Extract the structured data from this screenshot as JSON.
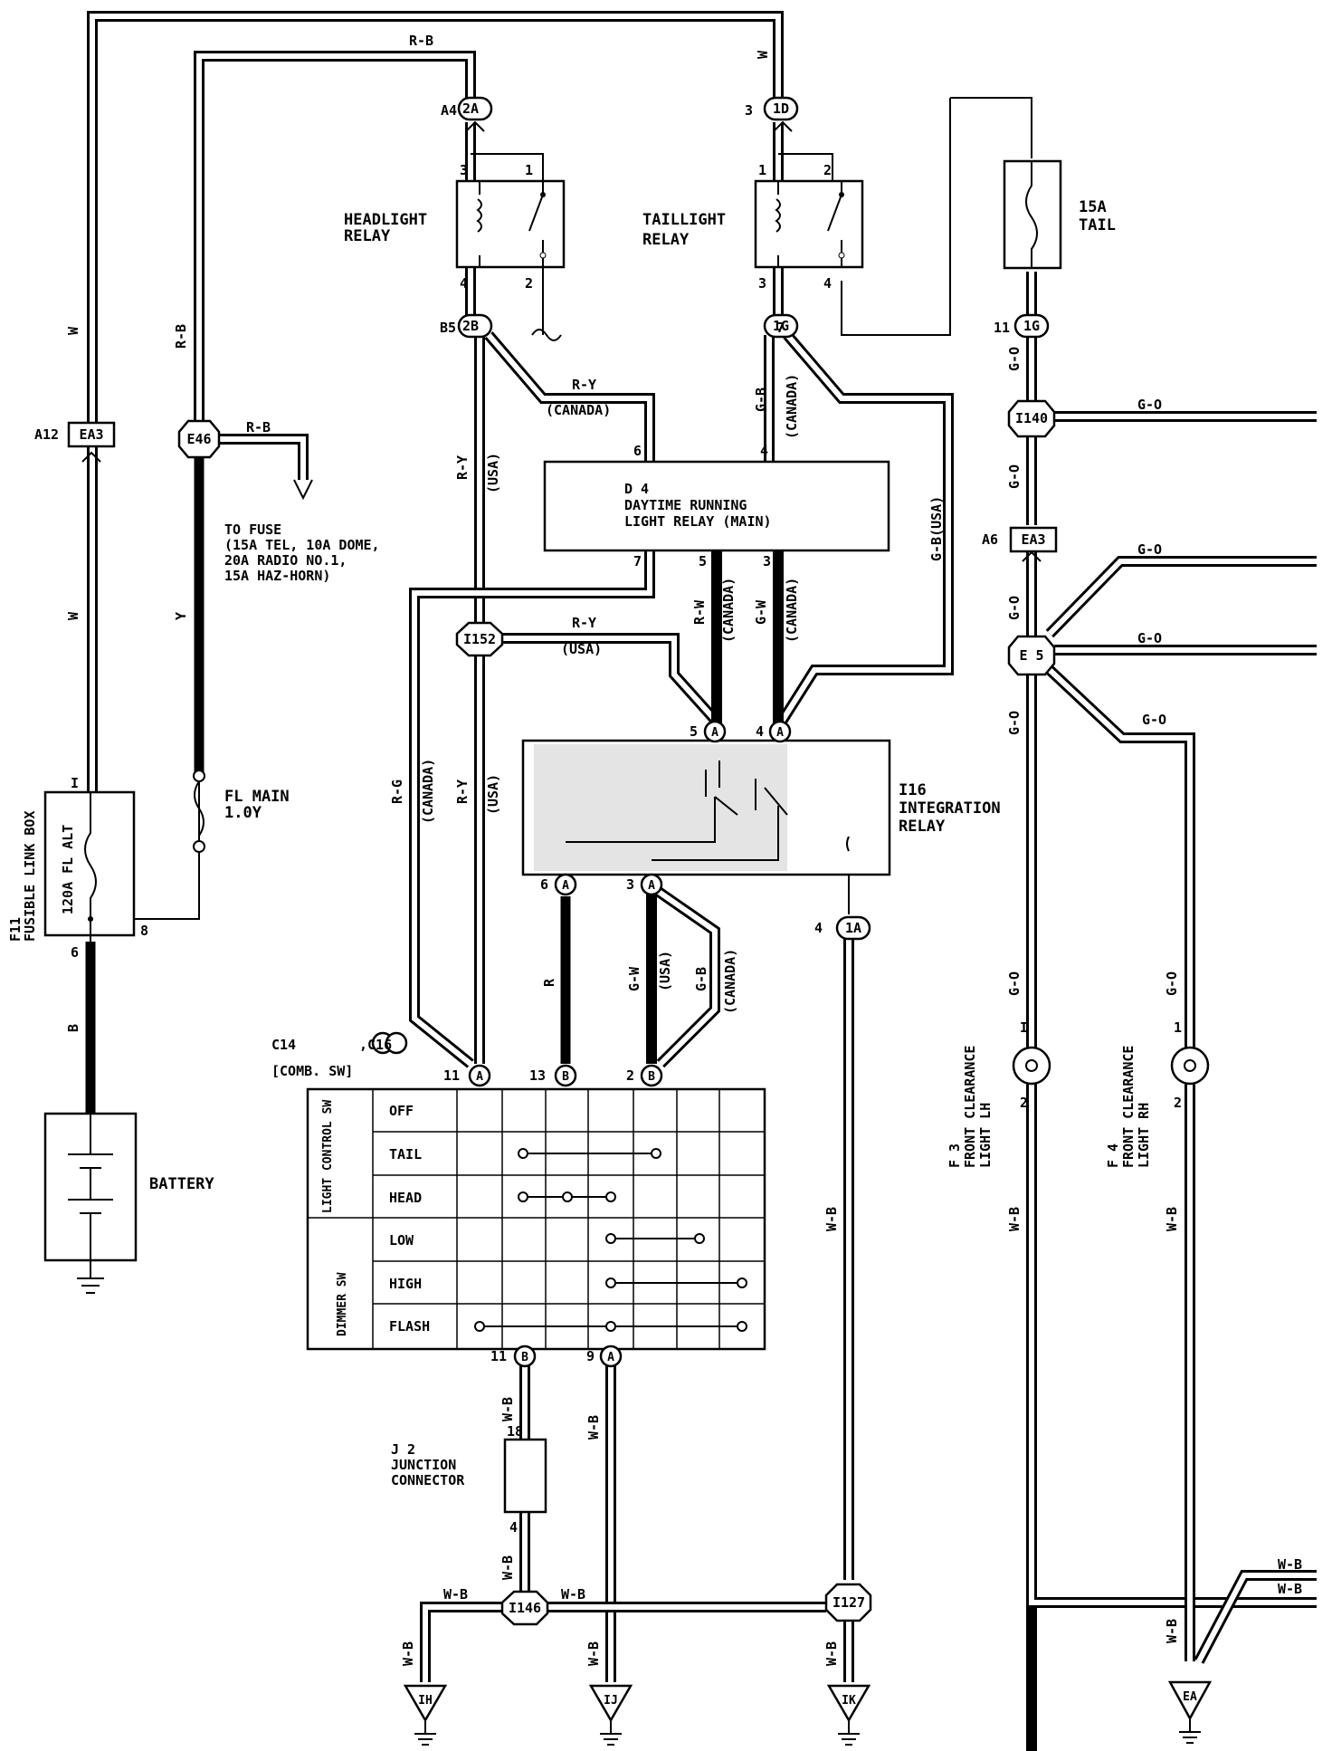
{
  "wires": {
    "w": "W",
    "rb": "R-B",
    "y": "Y",
    "ry": "R-Y",
    "rg": "R-G",
    "gb": "G-B",
    "gw": "G-W",
    "rw": "R-W",
    "r": "R",
    "b": "B",
    "wb": "W-B",
    "go": "G-O",
    "gb_usa": "G-B(USA)"
  },
  "regions": {
    "canada": "(CANADA)",
    "usa": "(USA)"
  },
  "connectors": {
    "a4": "A4",
    "c2a": "2A",
    "b5": "B5",
    "c2b": "2B",
    "c1d": "1D",
    "c1g": "1G",
    "a12": "A12",
    "ea3": "EA3",
    "e46": "E46",
    "i152": "I152",
    "i140": "I140",
    "a6": "A6",
    "e5": "E 5",
    "ca": "A",
    "cb": "B",
    "c1a": "1A",
    "i146": "I146",
    "i127": "I127",
    "ih": "IH",
    "ij": "IJ",
    "ik": "IK",
    "ea": "EA"
  },
  "pins": {
    "p1": "1",
    "p2": "2",
    "p3": "3",
    "p4": "4",
    "p5": "5",
    "p6": "6",
    "p7": "7",
    "p8": "8",
    "p9": "9",
    "p11": "11",
    "p13": "13",
    "p18": "18",
    "pI": "I"
  },
  "components": {
    "headlight_relay": [
      "HEADLIGHT",
      "RELAY"
    ],
    "taillight_relay": [
      "TAILLIGHT",
      "RELAY"
    ],
    "tail_fuse": [
      "15A",
      "TAIL"
    ],
    "to_fuse": [
      "TO FUSE",
      "(15A TEL, 10A DOME,",
      " 20A RADIO NO.1,",
      " 15A HAZ-HORN)"
    ],
    "drl_relay": [
      "D 4",
      "DAYTIME RUNNING",
      "LIGHT RELAY (MAIN)"
    ],
    "integration_relay": [
      "I16",
      "INTEGRATION",
      "RELAY"
    ],
    "fl_main": [
      "FL MAIN",
      "1.0Y"
    ],
    "fusible_link_box": [
      "F11",
      "FUSIBLE LINK BOX"
    ],
    "fl_alt": "120A FL ALT",
    "battery": "BATTERY",
    "comb_sw": [
      "C14",
      ",C16",
      "[COMB. SW]"
    ],
    "junction": [
      "J 2",
      "JUNCTION",
      "CONNECTOR"
    ],
    "f3": [
      "F 3",
      "FRONT CLEARANCE",
      "LIGHT LH"
    ],
    "f4": [
      "F 4",
      "FRONT CLEARANCE",
      "LIGHT RH"
    ]
  },
  "switch_table": {
    "groups": [
      "LIGHT CONTROL SW",
      "DIMMER SW"
    ],
    "rows": [
      "OFF",
      "TAIL",
      "HEAD",
      "LOW",
      "HIGH",
      "FLASH"
    ]
  }
}
